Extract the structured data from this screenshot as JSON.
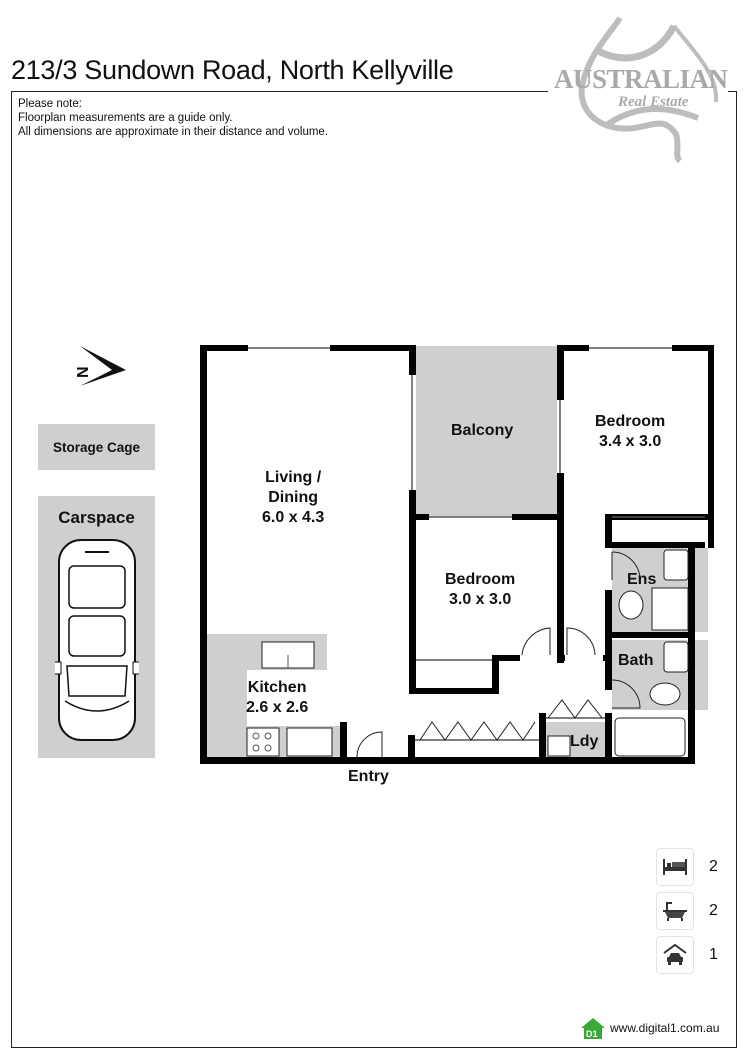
{
  "header": {
    "title": "213/3 Sundown Road, North Kellyville",
    "note_lines": [
      "Please note:",
      "Floorplan measurements are a guide only.",
      "All dimensions are approximate in their distance and volume."
    ]
  },
  "logo": {
    "brand": "AUSTRALIAN",
    "sub": "Real Estate"
  },
  "compass": {
    "label": "N"
  },
  "extras": {
    "storage": "Storage Cage",
    "carspace": "Carspace"
  },
  "rooms": [
    {
      "name": "Living /",
      "name2": "Dining",
      "dims": "6.0 x 4.3"
    },
    {
      "name": "Balcony",
      "dims": ""
    },
    {
      "name": "Bedroom",
      "dims": "3.4 x 3.0"
    },
    {
      "name": "Bedroom",
      "dims": "3.0 x 3.0"
    },
    {
      "name": "Ens",
      "dims": ""
    },
    {
      "name": "Bath",
      "dims": ""
    },
    {
      "name": "Kitchen",
      "dims": "2.6 x 2.6"
    },
    {
      "name": "Ldy",
      "dims": ""
    }
  ],
  "entry_label": "Entry",
  "stats": [
    {
      "icon": "bed-icon",
      "value": "2"
    },
    {
      "icon": "bathtub-icon",
      "value": "2"
    },
    {
      "icon": "garage-car-icon",
      "value": "1"
    }
  ],
  "footer": {
    "badge": "D1",
    "url": "www.digital1.com.au"
  },
  "colors": {
    "wall": "#000000",
    "wet_area": "#cfcfcf",
    "logo_gray": "#a9a9a9",
    "d1_green": "#3aa935"
  }
}
